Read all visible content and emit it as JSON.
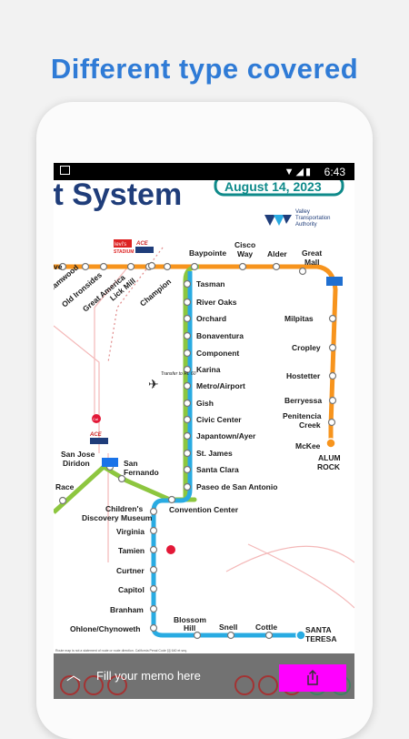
{
  "headline": "Different type covered",
  "status_bar": {
    "time": "6:43"
  },
  "map": {
    "title_fragment": "it System",
    "date_fragment": "August 14, 2023",
    "vta_line1": "Valley",
    "vta_line2": "Transportation",
    "vta_line3": "Authority",
    "transfer_label": "Transfer to Rt. 60",
    "colors": {
      "orange": "#f7941d",
      "green": "#8dc63f",
      "blue": "#29abe2",
      "navy": "#1f3d7a"
    },
    "stations": {
      "eamwood": "eamwood",
      "ve": "ve",
      "old_ironsides": "Old Ironsides",
      "great_america": "Great America",
      "lick_mill": "Lick Mill",
      "champion": "Champion",
      "baypointe": "Baypointe",
      "cisco_way_1": "Cisco",
      "cisco_way_2": "Way",
      "alder": "Alder",
      "great_mall_1": "Great",
      "great_mall_2": "Mall",
      "tasman": "Tasman",
      "river_oaks": "River Oaks",
      "orchard": "Orchard",
      "bonaventura": "Bonaventura",
      "component": "Component",
      "karina": "Karina",
      "metro_airport": "Metro/Airport",
      "gish": "Gish",
      "civic_center": "Civic Center",
      "japantown": "Japantown/Ayer",
      "st_james": "St. James",
      "santa_clara": "Santa Clara",
      "paseo": "Paseo de San Antonio",
      "convention_center": "Convention Center",
      "milpitas": "Milpitas",
      "cropley": "Cropley",
      "hostetter": "Hostetter",
      "berryessa": "Berryessa",
      "penitencia_1": "Penitencia",
      "penitencia_2": "Creek",
      "mckee": "McKee",
      "alum_rock_1": "ALUM",
      "alum_rock_2": "ROCK",
      "san_jose_diridon_1": "San Jose",
      "san_jose_diridon_2": "Diridon",
      "san_fernando_1": "San",
      "san_fernando_2": "Fernando",
      "race": "Race",
      "childrens_1": "Children's",
      "childrens_2": "Discovery Museum",
      "virginia": "Virginia",
      "tamien": "Tamien",
      "curtner": "Curtner",
      "capitol": "Capitol",
      "branham": "Branham",
      "ohlone": "Ohlone/Chynoweth",
      "blossom_hill_1": "Blossom",
      "blossom_hill_2": "Hill",
      "snell": "Snell",
      "cottle": "Cottle",
      "santa_teresa_1": "SANTA",
      "santa_teresa_2": "TERESA"
    },
    "badges": {
      "levis": "levi's",
      "stadium": "STADIUM",
      "ace": "ACE",
      "caltrain": "Cal",
      "amtrak": "ACE"
    },
    "footer_note": "Route map is not a statement of route or route direction. California Penal Code §§ 640 et seq."
  },
  "memo_bar": {
    "placeholder": "Fill your memo here",
    "share_icon": "share-icon"
  }
}
